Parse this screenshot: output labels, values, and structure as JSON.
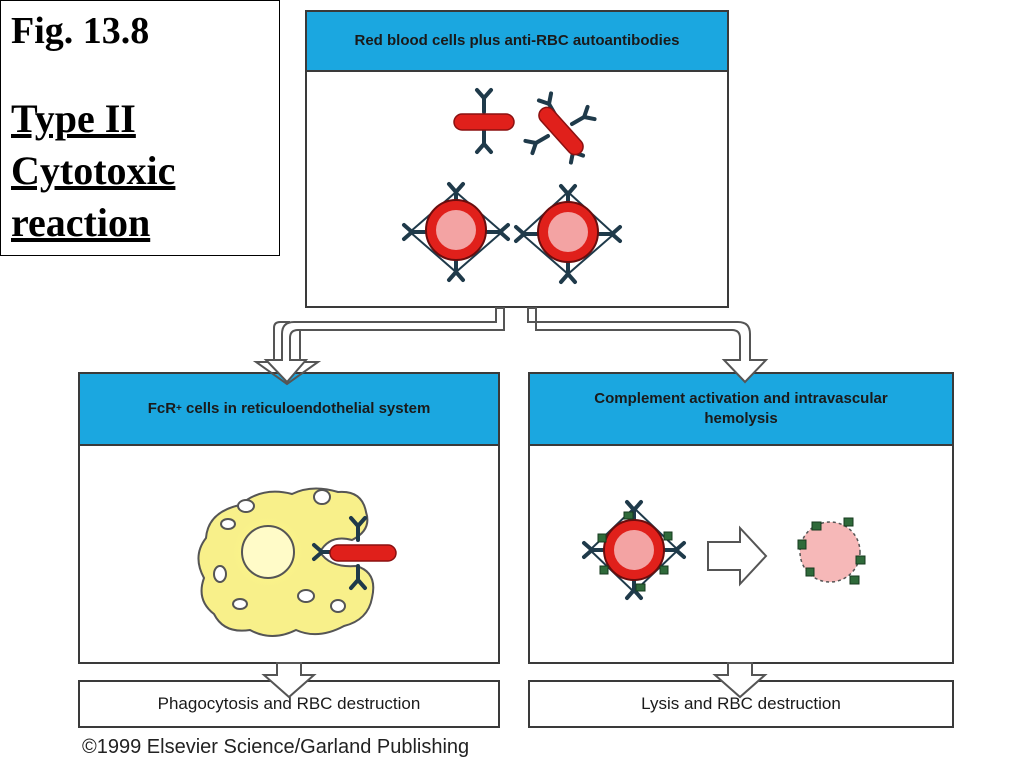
{
  "caption": {
    "figure_number": "Fig. 13.8",
    "title_lines": [
      "Type II",
      "Cytotoxic",
      "reaction"
    ]
  },
  "top_panel": {
    "header": "Red blood cells plus anti-RBC autoantibodies"
  },
  "left_panel": {
    "header_prefix": "FcR",
    "header_superscript": "+",
    "header_suffix": " cells in reticuloendothelial system",
    "result": "Phagocytosis and RBC destruction"
  },
  "right_panel": {
    "header": "Complement activation and intravascular hemolysis",
    "result": "Lysis and RBC destruction"
  },
  "copyright": "©1999 Elsevier Science/Garland Publishing",
  "colors": {
    "header_blue": "#1ba7e0",
    "rbc_red": "#e0201b",
    "rbc_center": "#f3a3a3",
    "antibody": "#1f3a4a",
    "macrophage": "#f8f08a",
    "lysed_cell": "#f6b8b8"
  }
}
